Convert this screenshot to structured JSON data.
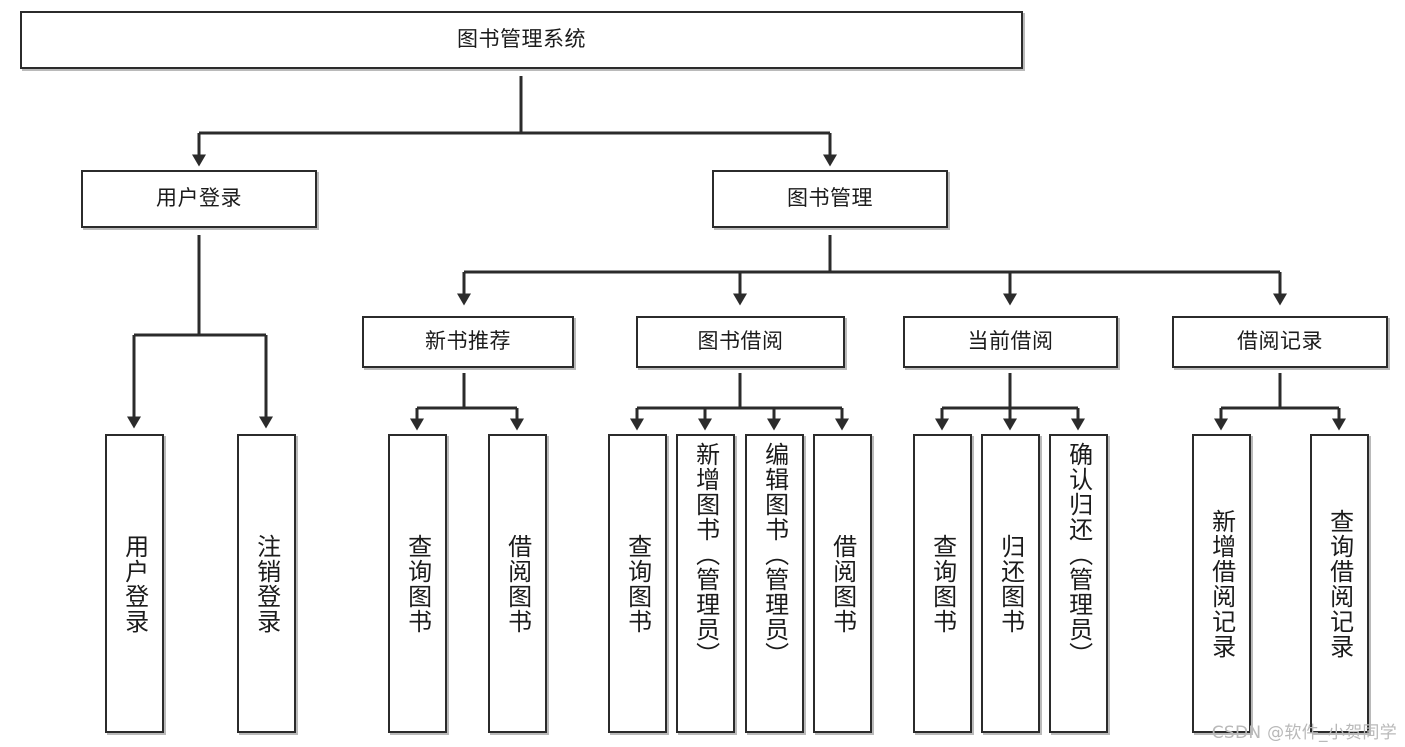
{
  "diagram": {
    "title": "图书管理系统",
    "type": "hierarchy-tree",
    "root": {
      "label": "图书管理系统"
    },
    "level1": [
      {
        "label": "用户登录"
      },
      {
        "label": "图书管理"
      }
    ],
    "level2": [
      {
        "label": "新书推荐"
      },
      {
        "label": "图书借阅"
      },
      {
        "label": "当前借阅"
      },
      {
        "label": "借阅记录"
      }
    ],
    "leaves": {
      "user_login": [
        {
          "label": "用户登录"
        },
        {
          "label": "注销登录"
        }
      ],
      "new_book_recommend": [
        {
          "label": "查询图书"
        },
        {
          "label": "借阅图书"
        }
      ],
      "book_borrow": [
        {
          "label": "查询图书"
        },
        {
          "label": "新增图书（管理员）"
        },
        {
          "label": "编辑图书（管理员）"
        },
        {
          "label": "借阅图书"
        }
      ],
      "current_borrow": [
        {
          "label": "查询图书"
        },
        {
          "label": "归还图书"
        },
        {
          "label": "确认归还（管理员）"
        }
      ],
      "borrow_record": [
        {
          "label": "新增借阅记录"
        },
        {
          "label": "查询借阅记录"
        }
      ]
    }
  },
  "watermark": {
    "text": "CSDN @软件_小贺同学"
  },
  "colors": {
    "border": "#2b2b2b",
    "fill": "#ffffff",
    "text": "#1b1b1b",
    "connector": "#2b2b2b",
    "watermark": "#b9b9b9"
  }
}
